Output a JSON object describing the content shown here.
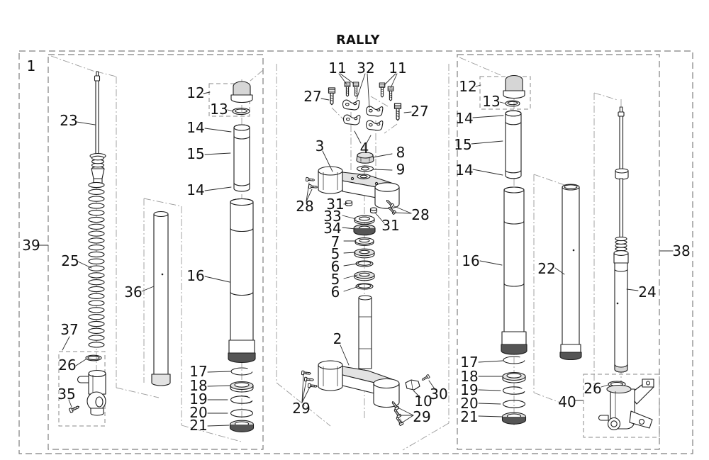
{
  "title": "RALLY",
  "parts": {
    "1": "1",
    "2": "2",
    "3": "3",
    "4": "4",
    "5": "5",
    "6": "6",
    "7": "7",
    "8": "8",
    "9": "9",
    "10": "10",
    "11": "11",
    "12": "12",
    "13": "13",
    "14": "14",
    "15": "15",
    "16": "16",
    "17": "17",
    "18": "18",
    "19": "19",
    "20": "20",
    "21": "21",
    "22": "22",
    "23": "23",
    "24": "24",
    "25": "25",
    "26": "26",
    "27": "27",
    "28": "28",
    "29": "29",
    "30": "30",
    "31": "31",
    "32": "32",
    "33": "33",
    "34": "34",
    "35": "35",
    "36": "36",
    "37": "37",
    "38": "38",
    "39": "39",
    "40": "40"
  }
}
